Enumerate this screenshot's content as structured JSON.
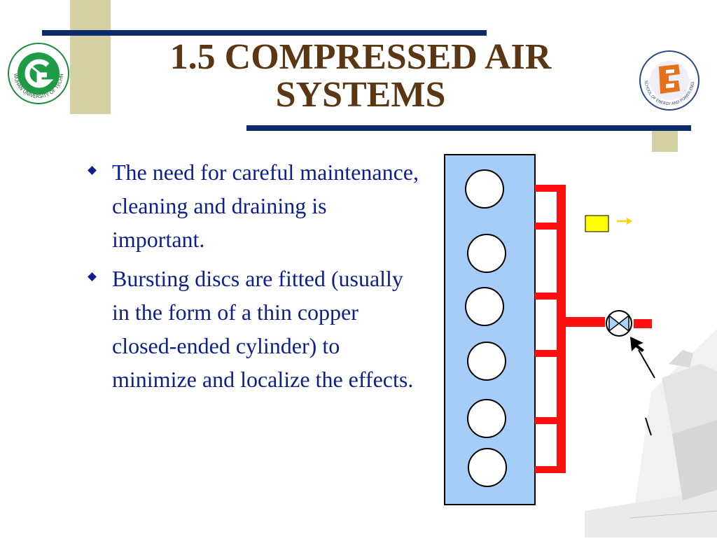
{
  "title": "1.5 COMPRESSED AIR SYSTEMS",
  "bullets": [
    "The need for careful maintenance, cleaning and draining is important.",
    "Bursting discs are fitted (usually in the form of a thin copper closed-ended cylinder) to minimize and localize the effects."
  ],
  "logos": {
    "left": {
      "name": "wuhan-university-of-technology-logo",
      "ring_text": "WUHAN UNIVERSITY OF TECHNOLOGY"
    },
    "right": {
      "name": "school-of-energy-and-power-engineering-logo",
      "ring_text": "SCHOOL OF ENERGY AND POWER ENGINEERING"
    }
  },
  "colors": {
    "title": "#5a3613",
    "bullet_text": "#0c1f8f",
    "navy_rule": "#0d2a6b",
    "tan_bar": "#d4d0a4",
    "engine_block": "#a6cdf7",
    "pipe": "#ff1010",
    "valve": "#a9d4ff",
    "indicator": "#ffff00"
  },
  "diagram": {
    "cylinder_count": 6,
    "icons": [
      "engine-block",
      "cylinder-circle",
      "air-manifold-pipe",
      "valve-icon",
      "indicator-box",
      "arrow-icon",
      "mouse-cursor-icon"
    ]
  }
}
